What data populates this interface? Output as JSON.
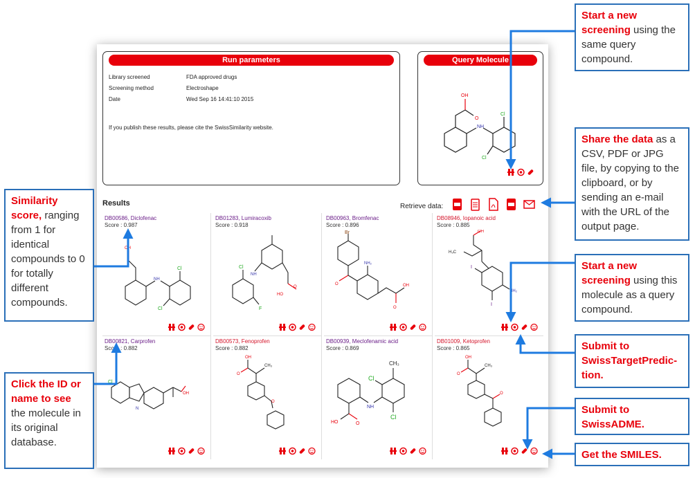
{
  "run_parameters": {
    "title": "Run parameters",
    "rows": [
      {
        "label": "Library screened",
        "value": "FDA approved drugs"
      },
      {
        "label": "Screening method",
        "value": "Electroshape"
      },
      {
        "label": "Date",
        "value": "Wed Sep 16 14:41:10 2015"
      }
    ],
    "citation": "If you publish these results, please cite the SwissSimilarity website."
  },
  "query_molecule": {
    "title": "Query Molecule"
  },
  "results": {
    "title": "Results",
    "retrieve_label": "Retrieve data:",
    "retrieve_icons": [
      "csv-icon",
      "clipboard-icon",
      "pdf-icon",
      "jpg-icon",
      "email-icon"
    ],
    "items": [
      {
        "id_name": "DB00586, Diclofenac",
        "score": "Score : 0.987"
      },
      {
        "id_name": "DB01283, Lumiracoxib",
        "score": "Score : 0.918"
      },
      {
        "id_name": "DB00963, Bromfenac",
        "score": "Score : 0.896"
      },
      {
        "id_name": "DB08946, Iopanoic acid",
        "score": "Score : 0.885"
      },
      {
        "id_name": "DB00821, Carprofen",
        "score": "Score : 0.882"
      },
      {
        "id_name": "DB00573, Fenoprofen",
        "score": "Score : 0.882"
      },
      {
        "id_name": "DB00939, Meclofenamic acid",
        "score": "Score : 0.869"
      },
      {
        "id_name": "DB01009, Ketoprofen",
        "score": "Score : 0.865"
      }
    ]
  },
  "callouts": {
    "new_screening_same": {
      "bold": "Start a new screening",
      "text": " using the same query compound."
    },
    "share": {
      "bold": "Share the data",
      "text": " as a CSV, PDF or JPG file, by copying to the clipboard, or by sending an e-mail with the URL of the output page."
    },
    "new_screening_this": {
      "bold": "Start a new screening",
      "text": " using this molecule as a query compound."
    },
    "target": {
      "bold": "Submit to SwissTargetPredic-tion.",
      "text": ""
    },
    "adme": {
      "bold": "Submit to SwissADME.",
      "text": ""
    },
    "smiles": {
      "bold": "Get the SMILES.",
      "text": ""
    },
    "similarity": {
      "bold": "Similarity score,",
      "text": " ranging from 1 for identical compounds to 0 for totally different compounds."
    },
    "click_id": {
      "bold": "Click the ID or name to see",
      "text": " the molecule in its original database."
    }
  },
  "colors": {
    "accent_red": "#e8000b",
    "callout_blue": "#2a6fb8",
    "id_purple": "#6a1d88",
    "id_red": "#d4142a"
  }
}
